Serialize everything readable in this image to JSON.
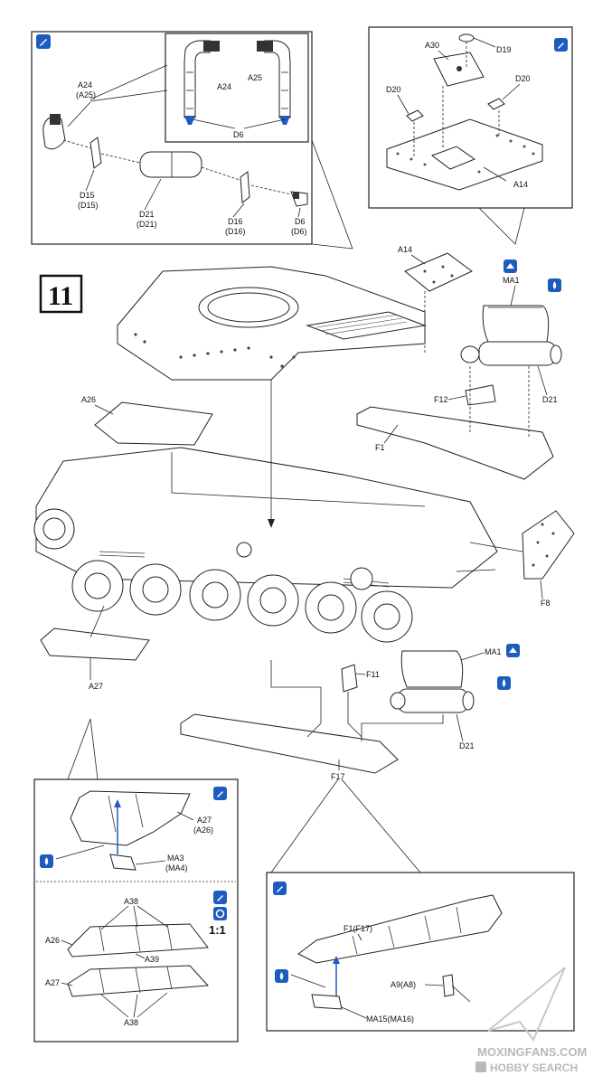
{
  "step_number": "11",
  "scale_label": "1:1",
  "icons": {
    "glue_icon": "glue-bottle-icon",
    "paint_icon": "paint-drop-icon",
    "photo_etch_icon": "photo-etch-icon",
    "rotate_icon": "rotate-icon"
  },
  "colors": {
    "accent": "#1e5bbf",
    "line": "#222222",
    "watermark": "#b9b9b9"
  },
  "labels": {
    "a24_a25": "A24\n(A25)",
    "a24": "A24",
    "a25": "A25",
    "d6_top": "D6",
    "d15": "D15\n(D15)",
    "d21_d21": "D21\n(D21)",
    "d16": "D16\n(D16)",
    "d6_d6": "D6\n(D6)",
    "a30": "A30",
    "d19": "D19",
    "d20_left": "D20",
    "d20_right": "D20",
    "a14_top": "A14",
    "a14_main": "A14",
    "ma1_top": "MA1",
    "d21_top": "D21",
    "f12": "F12",
    "f1": "F1",
    "a26": "A26",
    "f8": "F8",
    "a27": "A27",
    "ma1_bottom": "MA1",
    "f11": "F11",
    "d21_bottom": "D21",
    "f17": "F17",
    "a27_a26": "A27\n(A26)",
    "ma3_ma4": "MA3\n(MA4)",
    "a38_top": "A38",
    "a26_detail": "A26",
    "a39": "A39",
    "a27_detail": "A27",
    "a38_bottom": "A38",
    "f1_f17": "F1(F17)",
    "a9_a8": "A9(A8)",
    "ma15_ma16": "MA15(MA16)"
  },
  "watermark": {
    "line1": "MOXINGFANS.COM",
    "line2": "HOBBY SEARCH"
  }
}
